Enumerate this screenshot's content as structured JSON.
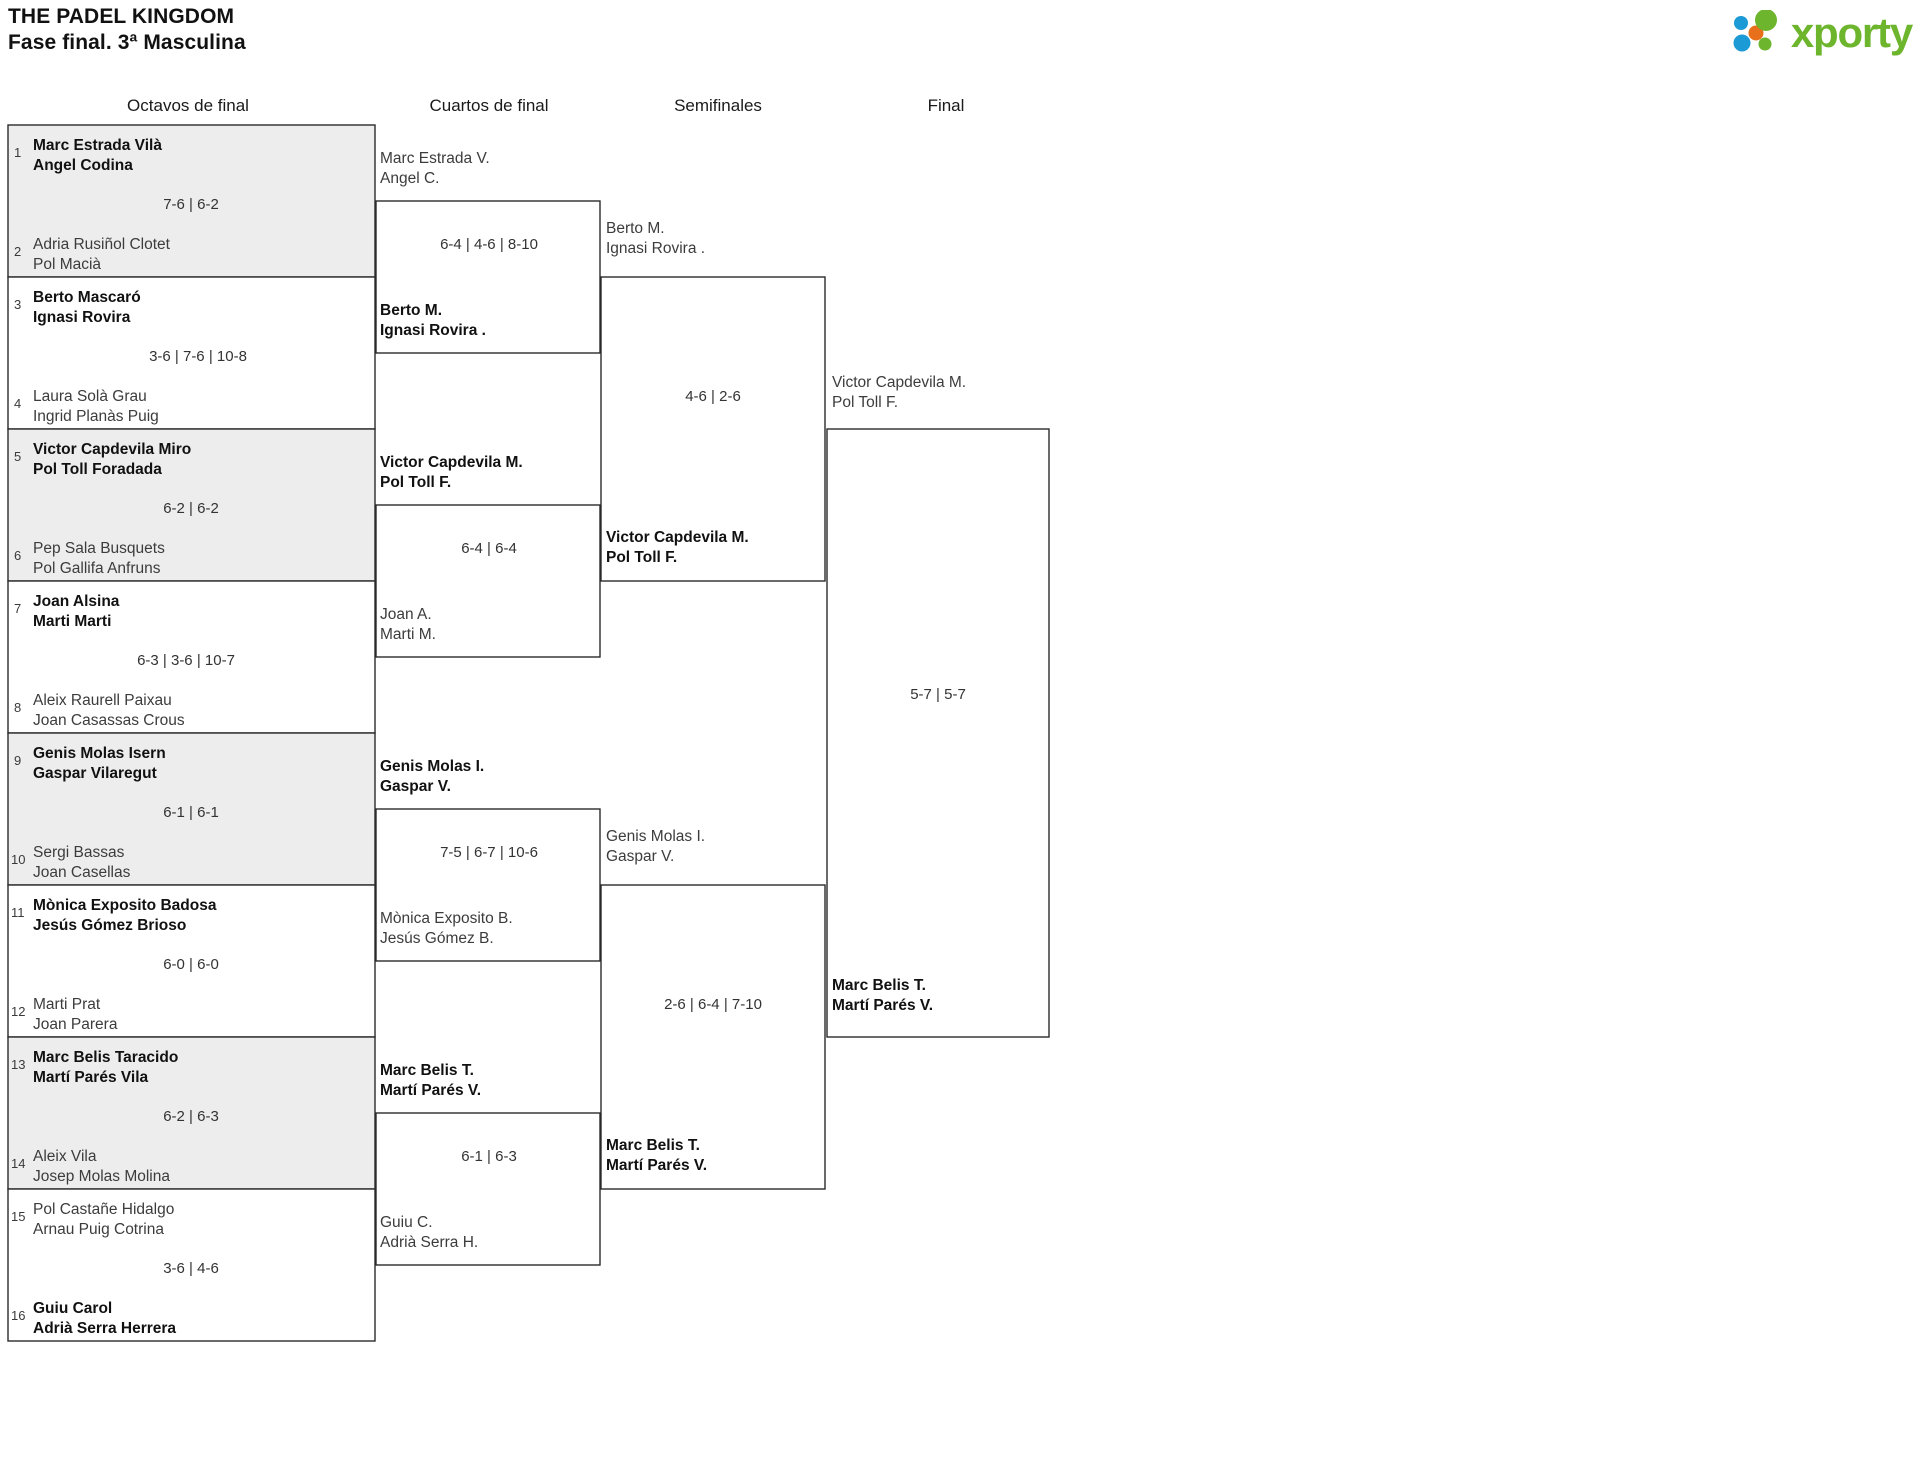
{
  "header": {
    "tournament_name": "THE PADEL KINGDOM",
    "phase": "Fase final. 3ª Masculina",
    "logo": {
      "wordmark": "xporty",
      "green": "#6cb52d",
      "blue": "#1b9ad6",
      "orange": "#e8701a"
    }
  },
  "rounds": [
    {
      "id": "r16",
      "label": "Octavos de final"
    },
    {
      "id": "qf",
      "label": "Cuartos de final"
    },
    {
      "id": "sf",
      "label": "Semifinales"
    },
    {
      "id": "f",
      "label": "Final"
    }
  ],
  "round_of_16": [
    {
      "seed_top": "1",
      "seed_bottom": "2",
      "top": {
        "p1": "Marc Estrada Vilà",
        "p2": "Angel Codina",
        "winner": true
      },
      "bottom": {
        "p1": "Adria Rusiñol Clotet",
        "p2": "Pol Macià",
        "winner": false
      },
      "score": "7-6 | 6-2",
      "shaded": true
    },
    {
      "seed_top": "3",
      "seed_bottom": "4",
      "top": {
        "p1": "Berto Mascaró",
        "p2": "Ignasi Rovira",
        "winner": true
      },
      "bottom": {
        "p1": "Laura Solà Grau",
        "p2": "Ingrid Planàs Puig",
        "winner": false
      },
      "score": "3-6 | 7-6 | 10-8",
      "shaded": false
    },
    {
      "seed_top": "5",
      "seed_bottom": "6",
      "top": {
        "p1": "Victor Capdevila Miro",
        "p2": "Pol Toll Foradada",
        "winner": true
      },
      "bottom": {
        "p1": "Pep Sala Busquets",
        "p2": "Pol Gallifa Anfruns",
        "winner": false
      },
      "score": "6-2 | 6-2",
      "shaded": true
    },
    {
      "seed_top": "7",
      "seed_bottom": "8",
      "top": {
        "p1": "Joan Alsina",
        "p2": "Marti Marti",
        "winner": true
      },
      "bottom": {
        "p1": "Aleix Raurell Paixau",
        "p2": "Joan Casassas Crous",
        "winner": false
      },
      "score": "6-3 | 3-6 | 10-7",
      "shaded": false
    },
    {
      "seed_top": "9",
      "seed_bottom": "10",
      "top": {
        "p1": "Genis Molas Isern",
        "p2": "Gaspar Vilaregut",
        "winner": true
      },
      "bottom": {
        "p1": "Sergi Bassas",
        "p2": "Joan Casellas",
        "winner": false
      },
      "score": "6-1 | 6-1",
      "shaded": true
    },
    {
      "seed_top": "11",
      "seed_bottom": "12",
      "top": {
        "p1": "Mònica Exposito Badosa",
        "p2": "Jesús Gómez Brioso",
        "winner": true
      },
      "bottom": {
        "p1": "Marti Prat",
        "p2": "Joan Parera",
        "winner": false
      },
      "score": "6-0 | 6-0",
      "shaded": false
    },
    {
      "seed_top": "13",
      "seed_bottom": "14",
      "top": {
        "p1": "Marc Belis Taracido",
        "p2": "Martí Parés Vila",
        "winner": true
      },
      "bottom": {
        "p1": "Aleix Vila",
        "p2": "Josep Molas Molina",
        "winner": false
      },
      "score": "6-2 | 6-3",
      "shaded": true
    },
    {
      "seed_top": "15",
      "seed_bottom": "16",
      "top": {
        "p1": "Pol Castañe Hidalgo",
        "p2": "Arnau Puig Cotrina",
        "winner": false
      },
      "bottom": {
        "p1": "Guiu Carol",
        "p2": "Adrià Serra Herrera",
        "winner": true
      },
      "score": "3-6 | 4-6",
      "shaded": false
    }
  ],
  "quarter_finals": [
    {
      "top": {
        "p1": "Marc Estrada V.",
        "p2": "Angel C.",
        "winner": false
      },
      "bottom": {
        "p1": "Berto M.",
        "p2": "Ignasi Rovira .",
        "winner": true
      },
      "score": "6-4 | 4-6 | 8-10"
    },
    {
      "top": {
        "p1": "Victor Capdevila M.",
        "p2": "Pol Toll F.",
        "winner": true
      },
      "bottom": {
        "p1": "Joan A.",
        "p2": "Marti M.",
        "winner": false
      },
      "score": "6-4 | 6-4"
    },
    {
      "top": {
        "p1": "Genis Molas I.",
        "p2": "Gaspar V.",
        "winner": true
      },
      "bottom": {
        "p1": "Mònica Exposito B.",
        "p2": "Jesús Gómez B.",
        "winner": false
      },
      "score": "7-5 | 6-7 | 10-6"
    },
    {
      "top": {
        "p1": "Marc Belis T.",
        "p2": "Martí Parés V.",
        "winner": true
      },
      "bottom": {
        "p1": "Guiu C.",
        "p2": "Adrià Serra H.",
        "winner": false
      },
      "score": "6-1 | 6-3"
    }
  ],
  "semi_finals": [
    {
      "top": {
        "p1": "Berto M.",
        "p2": "Ignasi Rovira .",
        "winner": false
      },
      "bottom": {
        "p1": "Victor Capdevila M.",
        "p2": "Pol Toll F.",
        "winner": true
      },
      "score": "4-6 | 2-6"
    },
    {
      "top": {
        "p1": "Genis Molas I.",
        "p2": "Gaspar V.",
        "winner": false
      },
      "bottom": {
        "p1": "Marc Belis T.",
        "p2": "Martí Parés V.",
        "winner": true
      },
      "score": "2-6 | 6-4 | 7-10"
    }
  ],
  "final": {
    "top": {
      "p1": "Victor Capdevila M.",
      "p2": "Pol Toll F.",
      "winner": false
    },
    "bottom": {
      "p1": "Marc Belis T.",
      "p2": "Martí Parés V.",
      "winner": true
    },
    "score": "5-7 | 5-7"
  }
}
